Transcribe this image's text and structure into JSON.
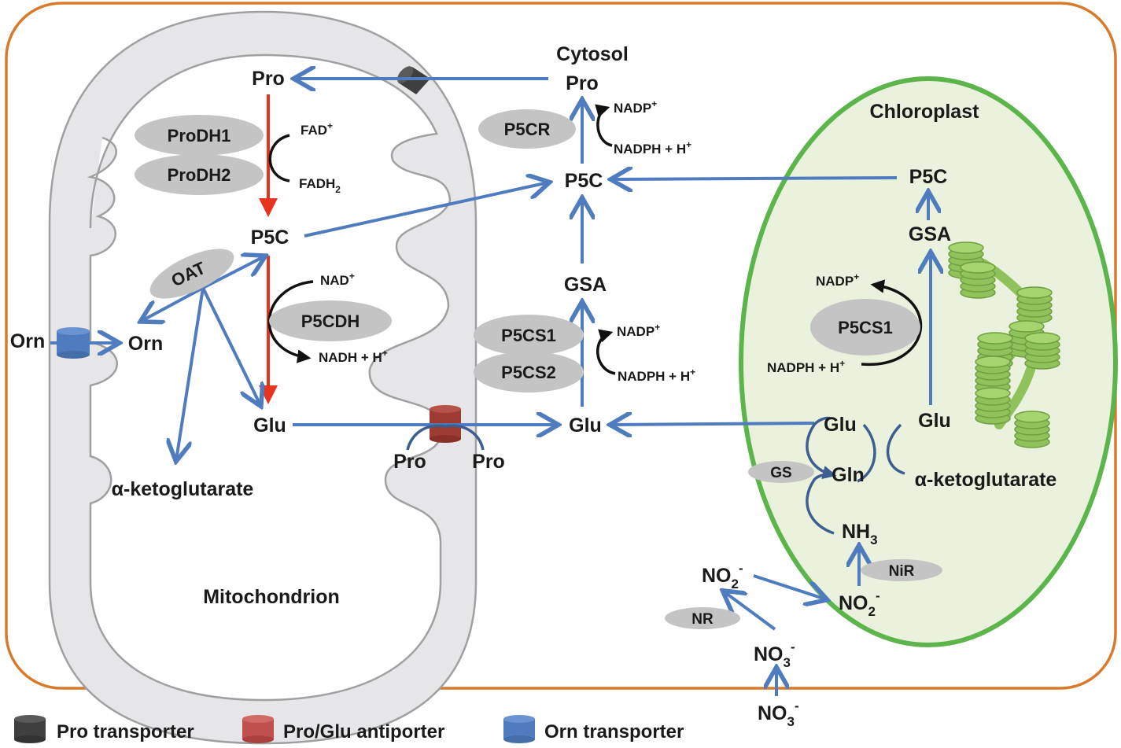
{
  "compartments": {
    "cytosol": "Cytosol",
    "mitochondrion": "Mitochondrion",
    "chloroplast": "Chloroplast"
  },
  "mito": {
    "pro": "Pro",
    "p5c": "P5C",
    "glu": "Glu",
    "orn_inner": "Orn",
    "orn_outer": "Orn",
    "akg": "α-ketoglutarate",
    "fad": "FAD",
    "fad_sup": "+",
    "fadh": "FADH",
    "fadh_sub": "2",
    "nad": "NAD",
    "nad_sup": "+",
    "nadh": "NADH + H",
    "nadh_sup": "+"
  },
  "antiporter": {
    "pro_left": "Pro",
    "pro_right": "Pro"
  },
  "cytosol": {
    "pro": "Pro",
    "p5c": "P5C",
    "gsa": "GSA",
    "glu": "Glu",
    "nadp_top": "NADP",
    "nadp_top_sup": "+",
    "nadph_top": "NADPH + H",
    "nadph_top_sup": "+",
    "nadp_mid": "NADP",
    "nadp_mid_sup": "+",
    "nadph_mid": "NADPH + H",
    "nadph_mid_sup": "+",
    "no2": "NO",
    "no2_sub": "2",
    "no2_sup": "-",
    "no3": "NO",
    "no3_sub": "3",
    "no3_sup": "-",
    "no3_ext": "NO",
    "no3_ext_sub": "3",
    "no3_ext_sup": "-"
  },
  "chloro": {
    "p5c": "P5C",
    "gsa": "GSA",
    "nadp": "NADP",
    "nadp_sup": "+",
    "nadph": "NADPH + H",
    "nadph_sup": "+",
    "glu_left": "Glu",
    "glu_right": "Glu",
    "gln": "Gln",
    "akg": "α-ketoglutarate",
    "nh": "NH",
    "nh_sub": "3",
    "no2": "NO",
    "no2_sub": "2",
    "no2_sup": "-"
  },
  "enzymes": {
    "prodh1": "ProDH1",
    "prodh2": "ProDH2",
    "oat": "OAT",
    "p5cdh": "P5CDH",
    "p5cr": "P5CR",
    "p5cs1": "P5CS1",
    "p5cs2": "P5CS2",
    "p5cs1_chloro": "P5CS1",
    "gs": "GS",
    "nir": "NiR",
    "nr": "NR"
  },
  "legend": {
    "pro_transporter": "Pro transporter",
    "antiporter": "Pro/Glu antiporter",
    "orn_transporter": "Orn transporter"
  },
  "colors": {
    "cell_border": "#d97a2b",
    "mito_fill": "#e6e6e8",
    "mito_border": "#a0a0a0",
    "chloro_fill": "#eaf1dc",
    "chloro_border": "#5cb54a",
    "arrow_blue": "#4f7bbf",
    "arrow_red": "#e8331f",
    "enzyme_grey": "#c4c4c4",
    "pro_transporter": "#3f3f3f",
    "antiporter": "#9e3b33",
    "orn_transporter": "#4f7bbf",
    "thylakoid": "#8fc25a"
  }
}
